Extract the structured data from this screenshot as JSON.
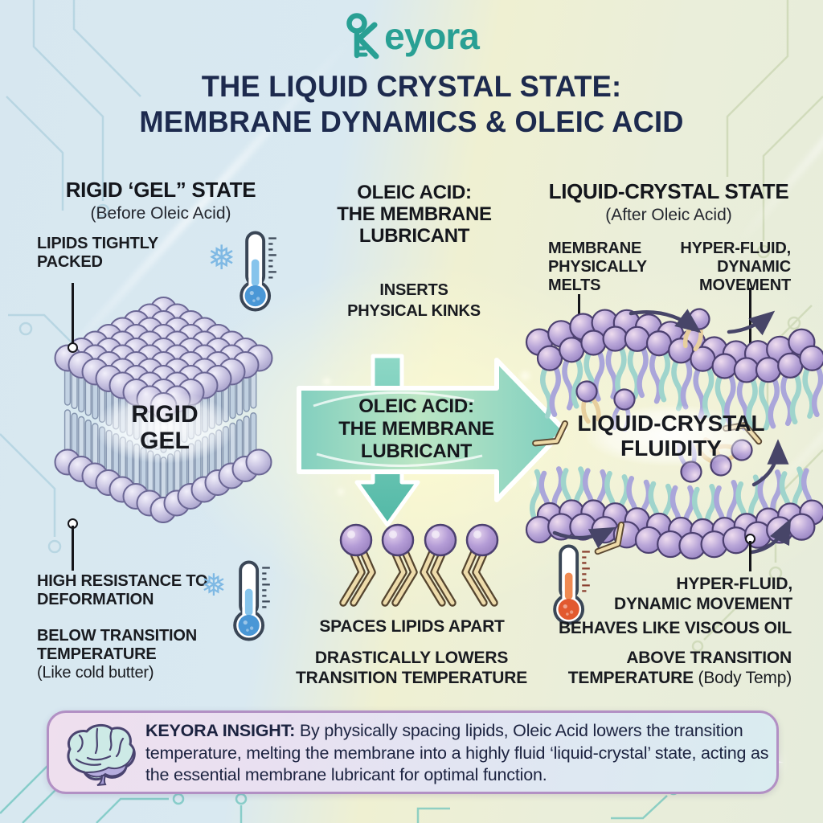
{
  "brand": {
    "logo_text": "eyora",
    "logo_full": "Keyora"
  },
  "title": {
    "lines": [
      "THE LIQUID CRYSTAL STATE:",
      "MEMBRANE DYNAMICS & OLEIC ACID"
    ]
  },
  "left_panel": {
    "heading": "RIGID ‘GEL” STATE",
    "subheading": "(Before Oleic Acid)",
    "label_top": "LIPIDS TIGHTLY PACKED",
    "diagram_lines": [
      "RIGID",
      "GEL"
    ],
    "label_resistance": "HIGH RESISTANCE TO DEFORMATION",
    "label_temp_bold": "BELOW TRANSITION TEMPERATURE",
    "label_temp_note": "(Like cold butter)"
  },
  "center_panel": {
    "heading_lines": [
      "OLEIC ACID:",
      "THE MEMBRANE",
      "LUBRICANT"
    ],
    "label_kinks": "INSERTS PHYSICAL KINKS",
    "arrow_lines": [
      "OLEIC ACID:",
      "THE MEMBRANE",
      "LUBRICANT"
    ],
    "label_spaces": "SPACES LIPIDS APART",
    "label_lowers": "DRASTICALLY LOWERS TRANSITION TEMPERATURE"
  },
  "right_panel": {
    "heading": "LIQUID-CRYSTAL STATE",
    "subheading": "(After Oleic Acid)",
    "label_melts": "MEMBRANE PHYSICALLY MELTS",
    "label_hyper_top": "HYPER-FLUID, DYNAMIC MOVEMENT",
    "diagram_lines": [
      "LIQUID-CRYSTAL",
      "FLUIDITY"
    ],
    "label_hyper_bottom_lines": [
      "HYPER-FLUID,",
      "DYNAMIC MOVEMENT"
    ],
    "label_viscous": "BEHAVES LIKE VISCOUS OIL",
    "label_above_bold": "ABOVE TRANSITION TEMPERATURE",
    "label_above_note": "(Body Temp)"
  },
  "insight": {
    "label": "KEYORA INSIGHT:",
    "text": "By physically spacing lipids, Oleic Acid lowers the transition temperature, melting the membrane into a highly fluid ‘liquid-crystal’ state, acting as the essential membrane lubricant for optimal function."
  },
  "colors": {
    "brand_teal": "#29a094",
    "title_navy": "#1d2a4e",
    "arrow_teal": "#82cfbf",
    "cold_blue": "#4a97d6",
    "hot_orange": "#e2592f",
    "lipid_purple": "#b7a6d6",
    "insight_border": "#b290c4"
  }
}
